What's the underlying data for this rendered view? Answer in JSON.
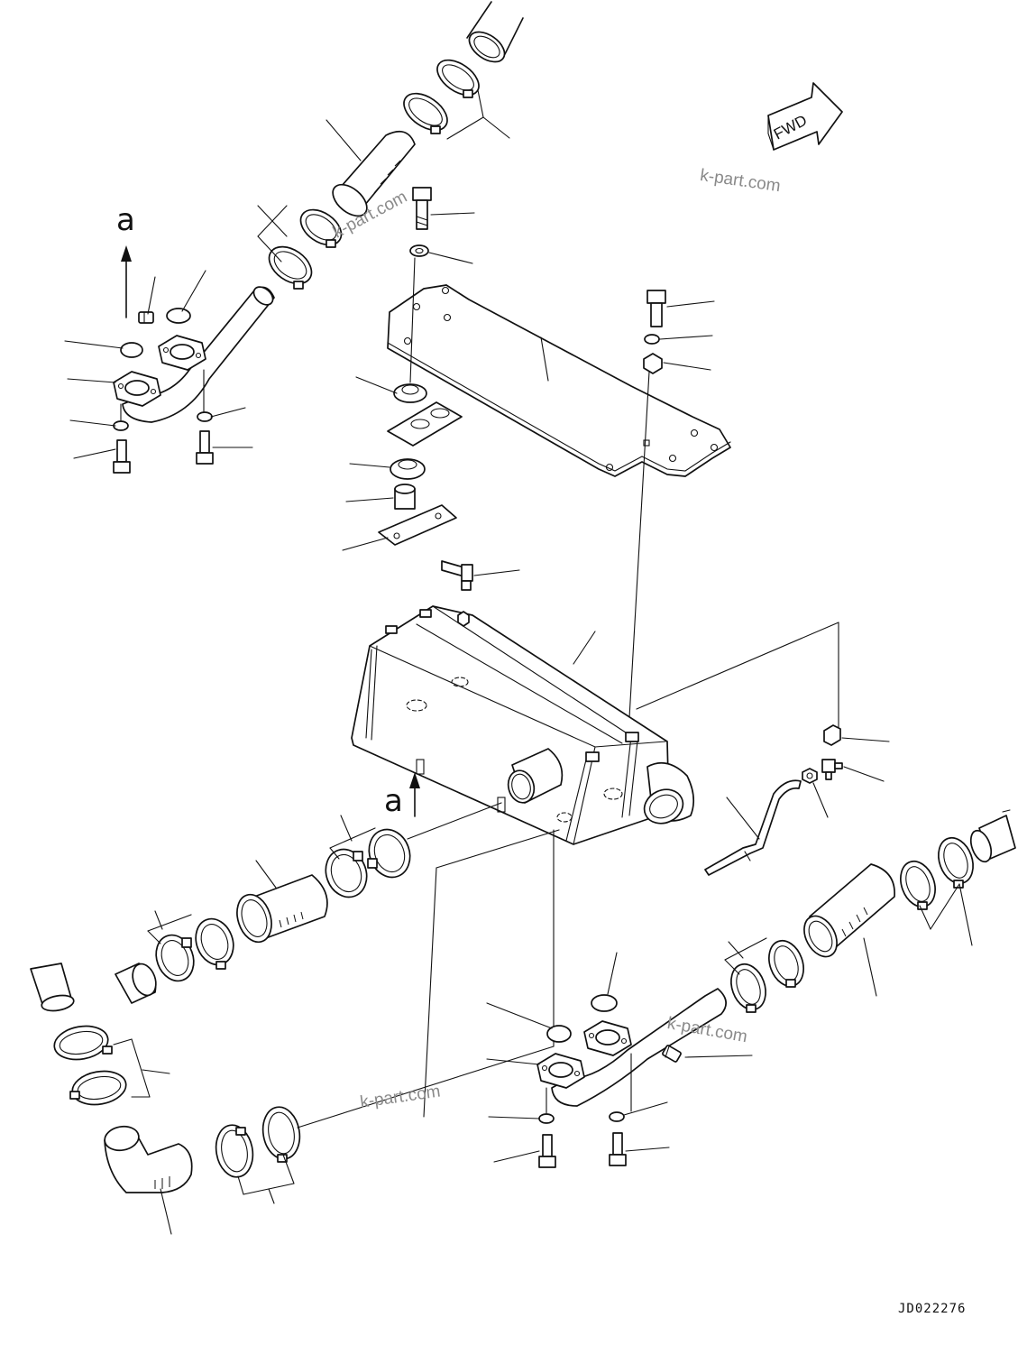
{
  "diagram": {
    "direction_marker": "FWD",
    "reference_letter_top": "a",
    "reference_letter_bottom": "a",
    "drawing_code": "JD022276",
    "watermarks": [
      "k-part.com",
      "k-part.com",
      "k-part.com",
      "k-part.com"
    ]
  }
}
